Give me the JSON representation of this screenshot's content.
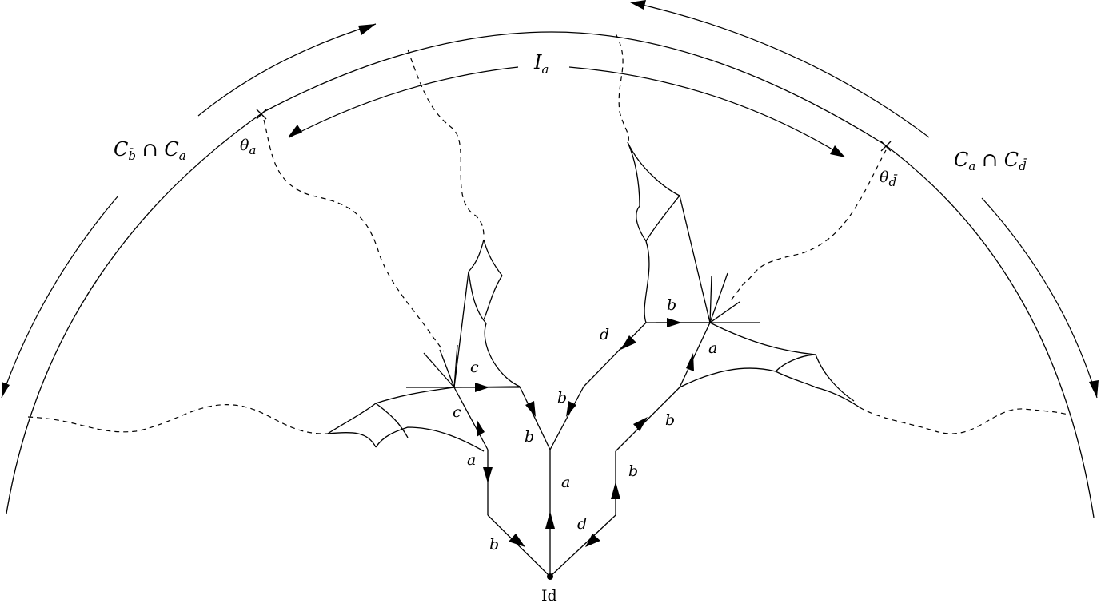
{
  "labels": {
    "interval": {
      "main": "I",
      "sub": "a"
    },
    "theta_a": {
      "main": "θ",
      "sub": "a"
    },
    "theta_dbar": {
      "main": "θ",
      "sub": "d̄"
    },
    "left_region": {
      "c1": "C",
      "s1": "b̄",
      "op": " ∩ ",
      "c2": "C",
      "s2": "a"
    },
    "right_region": {
      "c1": "C",
      "s1": "a",
      "op": " ∩ ",
      "c2": "C",
      "s2": "d̄"
    },
    "identity": "Id",
    "edges": {
      "b_bottom_left": "b",
      "a_center": "a",
      "d_bottom_right": "d",
      "a_left": "a",
      "c_left_lower": "c",
      "c_left_upper": "c",
      "b_mid_left": "b",
      "b_mid_right": "b",
      "d_upper": "d",
      "b_top": "b",
      "a_right_upper": "a",
      "b_right_lower": "b",
      "b_right_column": "b"
    }
  },
  "colors": {
    "stroke": "#000000",
    "background": "#ffffff"
  }
}
